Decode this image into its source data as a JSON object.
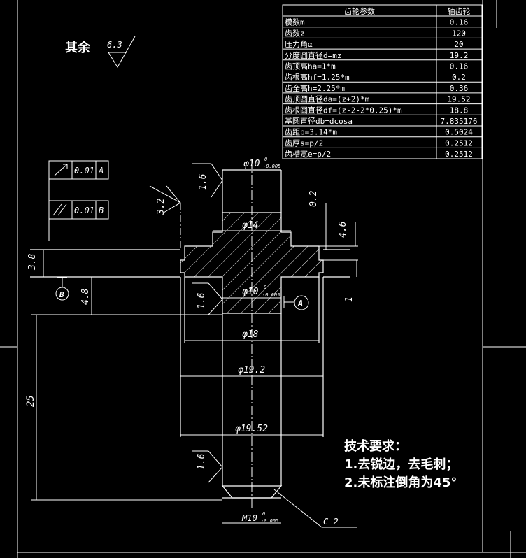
{
  "surface_finish": {
    "label": "其余",
    "value": "6.3"
  },
  "gear_table": {
    "header_param": "齿轮参数",
    "header_value": "轴齿轮",
    "rows": [
      {
        "param": "模数m",
        "value": "0.16"
      },
      {
        "param": "齿数z",
        "value": "120"
      },
      {
        "param": "压力角α",
        "value": "20"
      },
      {
        "param": "分度圆直径d=mz",
        "value": "19.2"
      },
      {
        "param": "齿顶高ha=1*m",
        "value": "0.16"
      },
      {
        "param": "齿根高hf=1.25*m",
        "value": "0.2"
      },
      {
        "param": "齿全高h=2.25*m",
        "value": "0.36"
      },
      {
        "param": "齿顶圆直径da=(z+2)*m",
        "value": "19.52"
      },
      {
        "param": "齿根圆直径df=(z-2-2*0.25)*m",
        "value": "18.8"
      },
      {
        "param": "基圆直径db=dcosa",
        "value": "7.835176"
      },
      {
        "param": "齿距p=3.14*m",
        "value": "0.5024"
      },
      {
        "param": "齿厚s=p/2",
        "value": "0.2512"
      },
      {
        "param": "齿槽宽e=p/2",
        "value": "0.2512"
      }
    ]
  },
  "tolerance_frames": [
    {
      "symbol": "runout",
      "value": "0.01",
      "datum": "A"
    },
    {
      "symbol": "parallelism",
      "value": "0.01",
      "datum": "B"
    }
  ],
  "datums": {
    "a": "A",
    "b": "B"
  },
  "dimensions": {
    "dia_top": "φ10",
    "dia_top_tol_upper": "0",
    "dia_top_tol_lower": "-0.005",
    "dia_14": "φ14",
    "dia_10_mid": "φ10",
    "dia_10_mid_tol_upper": "0",
    "dia_10_mid_tol_lower": "-0.005",
    "dia_18": "φ18",
    "dia_19_2": "φ19.2",
    "dia_19_52": "φ19.52",
    "thread": "M10",
    "thread_tol_upper": "0",
    "thread_tol_lower": "-0.005",
    "len_0_2": "0.2",
    "len_4_6": "4.6",
    "len_3_8": "3.8",
    "len_4_8": "4.8",
    "len_25": "25",
    "len_1": "1",
    "chamfer": "C  2"
  },
  "roughness_values": {
    "top": "1.6",
    "left": "3.2",
    "mid": "1.6",
    "bottom": "1.6"
  },
  "notes": {
    "title": "技术要求：",
    "items": [
      "1.去锐边，去毛刺；",
      "2.未标注倒角为45°"
    ]
  },
  "colors": {
    "background": "#000000",
    "lines": "#ffffff"
  }
}
